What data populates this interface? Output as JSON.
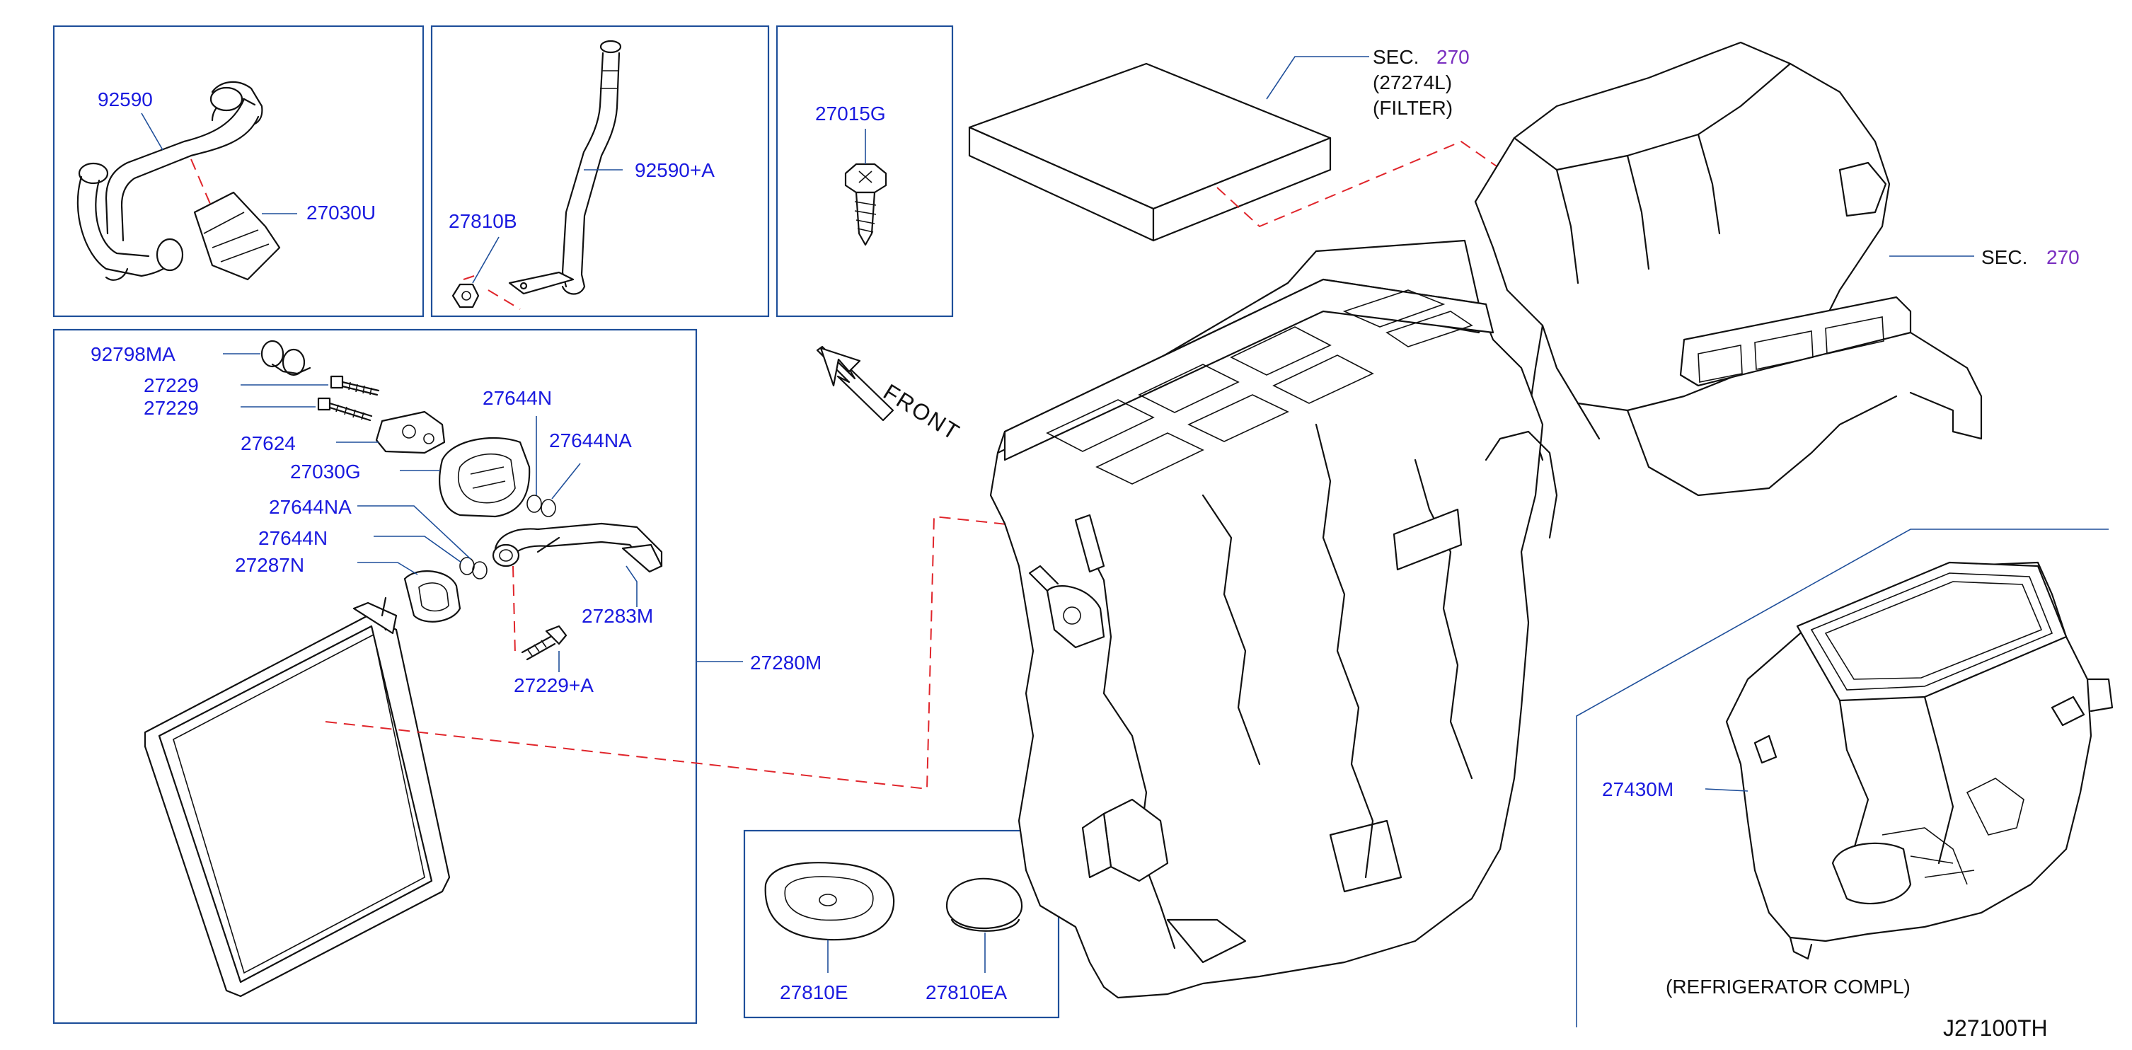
{
  "diagram": {
    "code": "J27100TH",
    "front_label": "FRONT",
    "sections": {
      "filter": {
        "prefix": "SEC.",
        "number": "270",
        "part": "(27274L)",
        "desc": "(FILTER)"
      },
      "unit": {
        "prefix": "SEC.",
        "number": "270"
      }
    },
    "refrigerator_label": "(REFRIGERATOR   COMPL)",
    "parts": {
      "p92590": "92590",
      "p27030U": "27030U",
      "p92590A": "92590+A",
      "p27810B": "27810B",
      "p27015G": "27015G",
      "p92798MA": "92798MA",
      "p27229a": "27229",
      "p27229b": "27229",
      "p27624": "27624",
      "p27644N_top": "27644N",
      "p27030G": "27030G",
      "p27644NA_top": "27644NA",
      "p27644NA_mid": "27644NA",
      "p27644N_mid": "27644N",
      "p27287N": "27287N",
      "p27283M": "27283M",
      "p27229A": "27229+A",
      "p27280M": "27280M",
      "p27430M": "27430M",
      "p27810E": "27810E",
      "p27810EA": "27810EA"
    }
  }
}
